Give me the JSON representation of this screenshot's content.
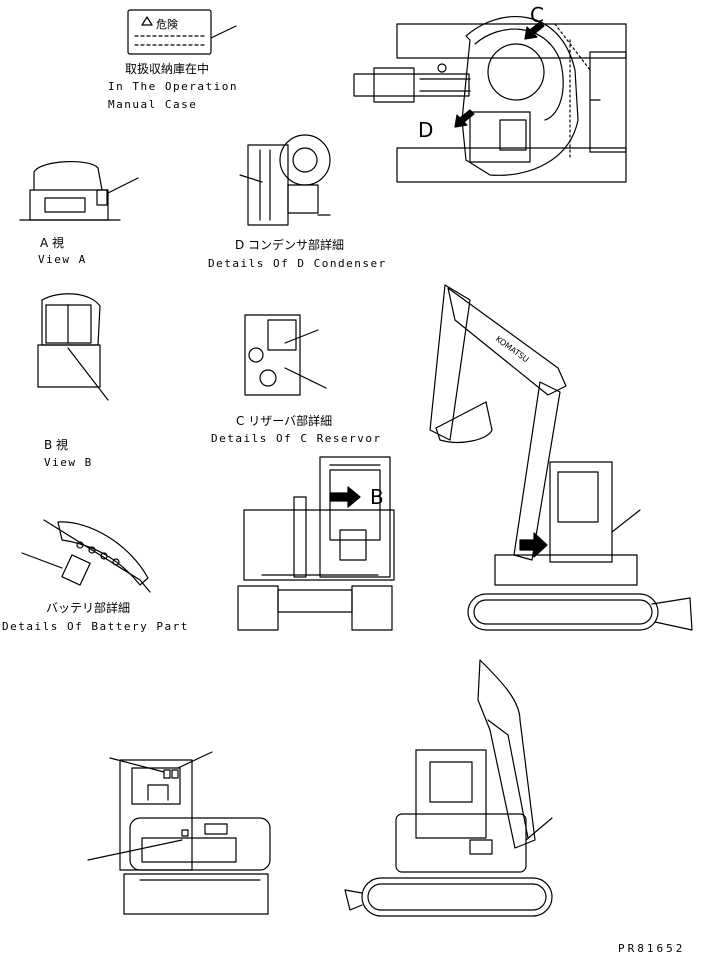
{
  "warning_plate": {
    "text": "危険"
  },
  "manual_case": {
    "jp": "取扱収納庫在中",
    "en_line1": "In The Operation",
    "en_line2": "Manual Case"
  },
  "view_a": {
    "jp": "A 視",
    "en": "View A"
  },
  "view_b": {
    "jp": "B 視",
    "en": "View B"
  },
  "detail_d": {
    "jp": "D コンデンサ部詳細",
    "en": "Details Of D Condenser"
  },
  "detail_c": {
    "jp": "C リザーバ部詳細",
    "en": "Details Of C Reservor"
  },
  "battery": {
    "jp": "バッテリ部詳細",
    "en": "Details Of Battery Part"
  },
  "callouts": {
    "c": "C",
    "d": "D",
    "b": "B"
  },
  "machine_text": {
    "boom_brand": "KOMATSU"
  },
  "drawing_number": "PR81652"
}
